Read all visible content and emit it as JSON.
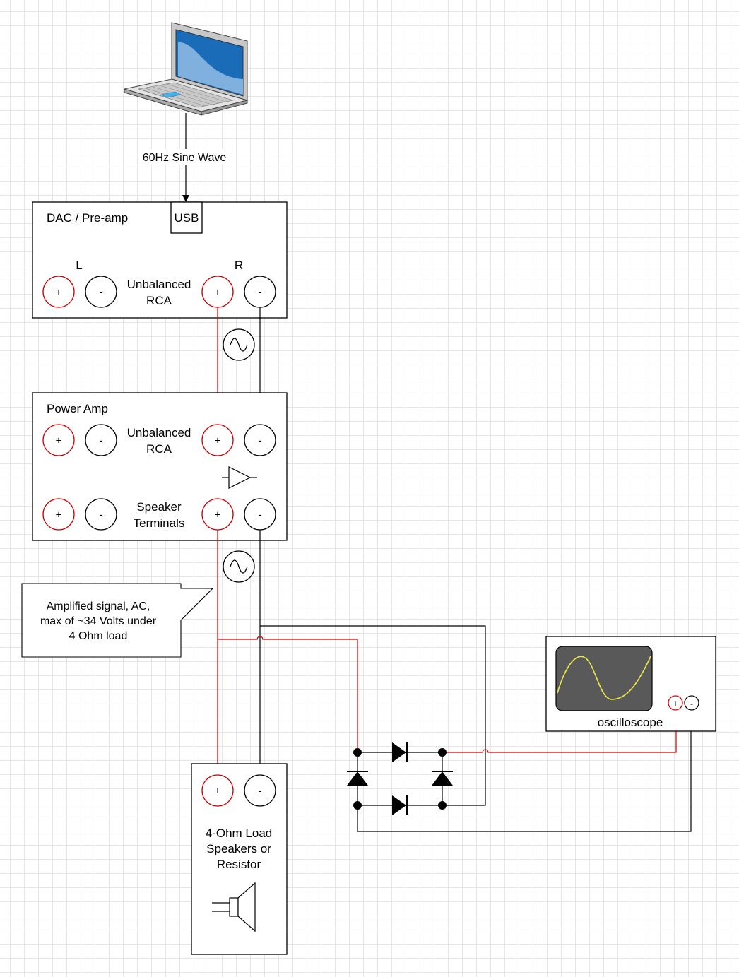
{
  "laptop": {
    "icon": "laptop-icon"
  },
  "signal_label": "60Hz Sine Wave",
  "dac": {
    "title": "DAC / Pre-amp",
    "usb_label": "USB",
    "left_label": "L",
    "right_label": "R",
    "rca_line1": "Unbalanced",
    "rca_line2": "RCA",
    "plus": "+",
    "minus": "-"
  },
  "power_amp": {
    "title": "Power Amp",
    "rca_line1": "Unbalanced",
    "rca_line2": "RCA",
    "speaker_line1": "Speaker",
    "speaker_line2": "Terminals",
    "plus": "+",
    "minus": "-"
  },
  "callout": {
    "line1": "Amplified signal, AC,",
    "line2": "max of ~34 Volts under",
    "line3": "4 Ohm load"
  },
  "oscilloscope": {
    "label": "oscilloscope",
    "plus": "+",
    "minus": "-",
    "trace_color": "#e8e84a",
    "screen_color": "#595959"
  },
  "load": {
    "line1": "4-Ohm Load",
    "line2": "Speakers or",
    "line3": "Resistor",
    "plus": "+",
    "minus": "-"
  },
  "colors": {
    "positive_wire": "#cc0000",
    "negative_wire": "#000000",
    "laptop_screen": "#1a6bb8"
  }
}
